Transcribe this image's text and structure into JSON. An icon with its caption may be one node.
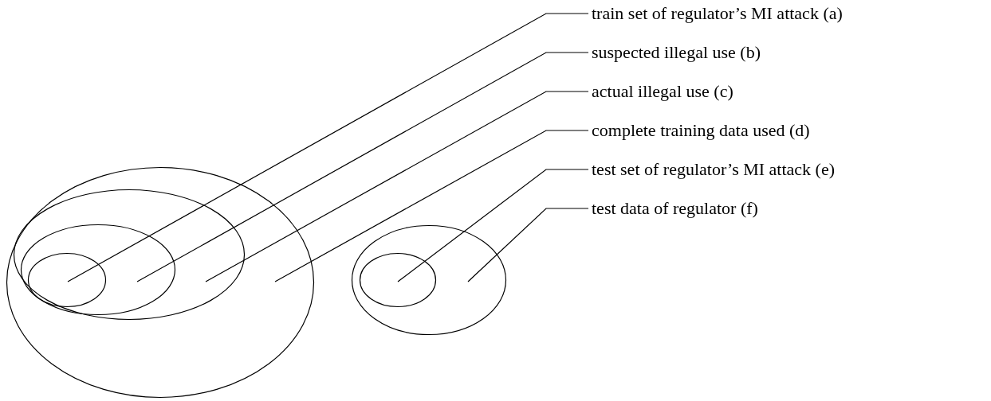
{
  "diagram": {
    "nodes": [
      {
        "text": [
          "train set of regulator’s MI attack (a)"
        ]
      },
      {
        "text": [
          "suspected illegal use (b)"
        ]
      },
      {
        "text": [
          "actual illegal use (c)"
        ]
      },
      {
        "text": [
          "complete training data used (d)"
        ]
      },
      {
        "text": [
          "test set of regulator’s MI attack (e)"
        ]
      },
      {
        "text": [
          "test data of regulator (f)"
        ]
      },
      {
        "text": [],
        "shape": "ellipse"
      },
      {
        "text": [],
        "shape": "ellipse",
        "in": 6
      },
      {
        "text": [],
        "shape": "ellipse",
        "in": 7
      },
      {
        "text": [],
        "shape": "ellipse",
        "in": 8
      },
      {
        "text": [],
        "shape": "ellipse"
      },
      {
        "text": [],
        "shape": "ellipse",
        "in": 10
      }
    ],
    "edges": [
      {
        "from": 0,
        "to": 9,
        "arrow": "none"
      },
      {
        "from": 1,
        "to": 8,
        "arrow": "none"
      },
      {
        "from": 2,
        "to": 7,
        "arrow": "none"
      },
      {
        "from": 3,
        "to": 6,
        "arrow": "none"
      },
      {
        "from": 4,
        "to": 11,
        "arrow": "none"
      },
      {
        "from": 5,
        "to": 10,
        "arrow": "none"
      }
    ]
  }
}
